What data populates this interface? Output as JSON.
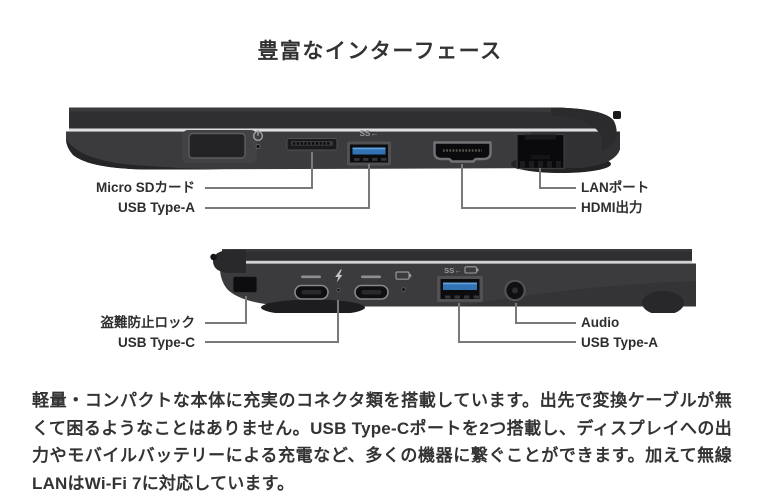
{
  "title": "豊富なインターフェース",
  "description": "軽量・コンパクトな本体に充実のコネクタ類を搭載しています。出先で変換ケーブルが無くて困るようなことはありません。USB Type-Cポートを2つ搭載し、ディスプレイへの出力やモバイルバッテリーによる充電など、多くの機器に繋ぐことができます。加えて無線LANはWi-Fi 7に対応しています。",
  "colors": {
    "heading_text": "#333333",
    "body_text": "#333333",
    "laptop_body": "#3B3B3D",
    "laptop_lid": "#303032",
    "divider_silver": "#DFDFE1",
    "usb_port_blue": "#3273B5",
    "callout_line": "#7A7A7A"
  },
  "figure_right_side": {
    "usb_badge": "SS←",
    "callouts": {
      "micro_sd": "Micro SDカード",
      "usb_a": "USB Type-A",
      "lan": "LANポート",
      "hdmi": "HDMI出力"
    }
  },
  "figure_left_side": {
    "usb_badge": "SS←",
    "callouts": {
      "security_lock": "盗難防止ロック",
      "usb_c": "USB Type-C",
      "audio": "Audio",
      "usb_a": "USB Type-A"
    }
  }
}
